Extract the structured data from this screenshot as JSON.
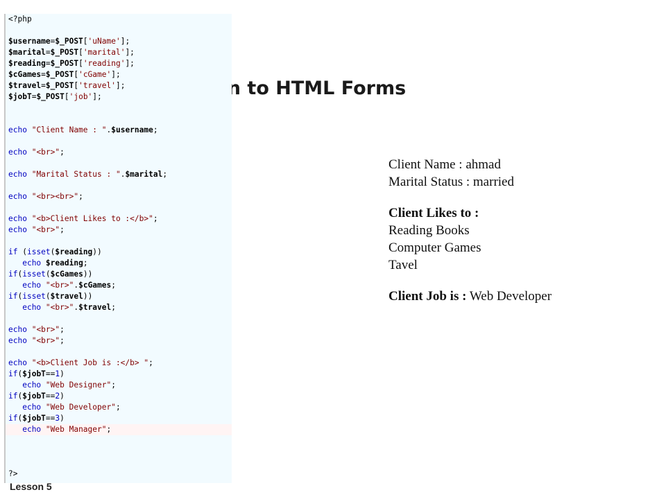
{
  "slide": {
    "title": "ion to HTML Forms",
    "footer": "Lesson 5"
  },
  "editor": {
    "lines": [
      [
        {
          "t": "<?php",
          "c": "tag"
        }
      ],
      [],
      [
        {
          "t": "$username",
          "c": "var"
        },
        {
          "t": "="
        },
        {
          "t": "$_POST",
          "c": "var"
        },
        {
          "t": "["
        },
        {
          "t": "'uName'",
          "c": "str"
        },
        {
          "t": "];"
        }
      ],
      [
        {
          "t": "$marital",
          "c": "var"
        },
        {
          "t": "="
        },
        {
          "t": "$_POST",
          "c": "var"
        },
        {
          "t": "["
        },
        {
          "t": "'marital'",
          "c": "str"
        },
        {
          "t": "];"
        }
      ],
      [
        {
          "t": "$reading",
          "c": "var"
        },
        {
          "t": "="
        },
        {
          "t": "$_POST",
          "c": "var"
        },
        {
          "t": "["
        },
        {
          "t": "'reading'",
          "c": "str"
        },
        {
          "t": "];"
        }
      ],
      [
        {
          "t": "$cGames",
          "c": "var"
        },
        {
          "t": "="
        },
        {
          "t": "$_POST",
          "c": "var"
        },
        {
          "t": "["
        },
        {
          "t": "'cGame'",
          "c": "str"
        },
        {
          "t": "];"
        }
      ],
      [
        {
          "t": "$travel",
          "c": "var"
        },
        {
          "t": "="
        },
        {
          "t": "$_POST",
          "c": "var"
        },
        {
          "t": "["
        },
        {
          "t": "'travel'",
          "c": "str"
        },
        {
          "t": "];"
        }
      ],
      [
        {
          "t": "$jobT",
          "c": "var"
        },
        {
          "t": "="
        },
        {
          "t": "$_POST",
          "c": "var"
        },
        {
          "t": "["
        },
        {
          "t": "'job'",
          "c": "str"
        },
        {
          "t": "];"
        }
      ],
      [],
      [],
      [
        {
          "t": "echo",
          "c": "kw"
        },
        {
          "t": " "
        },
        {
          "t": "\"Client Name : \"",
          "c": "str"
        },
        {
          "t": "."
        },
        {
          "t": "$username",
          "c": "var"
        },
        {
          "t": ";"
        }
      ],
      [],
      [
        {
          "t": "echo",
          "c": "kw"
        },
        {
          "t": " "
        },
        {
          "t": "\"<br>\"",
          "c": "str"
        },
        {
          "t": ";"
        }
      ],
      [],
      [
        {
          "t": "echo",
          "c": "kw"
        },
        {
          "t": " "
        },
        {
          "t": "\"Marital Status : \"",
          "c": "str"
        },
        {
          "t": "."
        },
        {
          "t": "$marital",
          "c": "var"
        },
        {
          "t": ";"
        }
      ],
      [],
      [
        {
          "t": "echo",
          "c": "kw"
        },
        {
          "t": " "
        },
        {
          "t": "\"<br><br>\"",
          "c": "str"
        },
        {
          "t": ";"
        }
      ],
      [],
      [
        {
          "t": "echo",
          "c": "kw"
        },
        {
          "t": " "
        },
        {
          "t": "\"<b>Client Likes to :</b>\"",
          "c": "str"
        },
        {
          "t": ";"
        }
      ],
      [
        {
          "t": "echo",
          "c": "kw"
        },
        {
          "t": " "
        },
        {
          "t": "\"<br>\"",
          "c": "str"
        },
        {
          "t": ";"
        }
      ],
      [],
      [
        {
          "t": "if",
          "c": "kw"
        },
        {
          "t": " ("
        },
        {
          "t": "isset",
          "c": "kw"
        },
        {
          "t": "("
        },
        {
          "t": "$reading",
          "c": "var"
        },
        {
          "t": "))"
        }
      ],
      [
        {
          "t": "   "
        },
        {
          "t": "echo",
          "c": "kw"
        },
        {
          "t": " "
        },
        {
          "t": "$reading",
          "c": "var"
        },
        {
          "t": ";"
        }
      ],
      [
        {
          "t": "if",
          "c": "kw"
        },
        {
          "t": "("
        },
        {
          "t": "isset",
          "c": "kw"
        },
        {
          "t": "("
        },
        {
          "t": "$cGames",
          "c": "var"
        },
        {
          "t": "))"
        }
      ],
      [
        {
          "t": "   "
        },
        {
          "t": "echo",
          "c": "kw"
        },
        {
          "t": " "
        },
        {
          "t": "\"<br>\"",
          "c": "str"
        },
        {
          "t": "."
        },
        {
          "t": "$cGames",
          "c": "var"
        },
        {
          "t": ";"
        }
      ],
      [
        {
          "t": "if",
          "c": "kw"
        },
        {
          "t": "("
        },
        {
          "t": "isset",
          "c": "kw"
        },
        {
          "t": "("
        },
        {
          "t": "$travel",
          "c": "var"
        },
        {
          "t": "))"
        }
      ],
      [
        {
          "t": "   "
        },
        {
          "t": "echo",
          "c": "kw"
        },
        {
          "t": " "
        },
        {
          "t": "\"<br>\"",
          "c": "str"
        },
        {
          "t": "."
        },
        {
          "t": "$travel",
          "c": "var"
        },
        {
          "t": ";"
        }
      ],
      [],
      [
        {
          "t": "echo",
          "c": "kw"
        },
        {
          "t": " "
        },
        {
          "t": "\"<br>\"",
          "c": "str"
        },
        {
          "t": ";"
        }
      ],
      [
        {
          "t": "echo",
          "c": "kw"
        },
        {
          "t": " "
        },
        {
          "t": "\"<br>\"",
          "c": "str"
        },
        {
          "t": ";"
        }
      ],
      [],
      [
        {
          "t": "echo",
          "c": "kw"
        },
        {
          "t": " "
        },
        {
          "t": "\"<b>Client Job is :</b> \"",
          "c": "str"
        },
        {
          "t": ";"
        }
      ],
      [
        {
          "t": "if",
          "c": "kw"
        },
        {
          "t": "("
        },
        {
          "t": "$jobT",
          "c": "var"
        },
        {
          "t": "=="
        },
        {
          "t": "1",
          "c": "num"
        },
        {
          "t": ")"
        }
      ],
      [
        {
          "t": "   "
        },
        {
          "t": "echo",
          "c": "kw"
        },
        {
          "t": " "
        },
        {
          "t": "\"Web Designer\"",
          "c": "str"
        },
        {
          "t": ";"
        }
      ],
      [
        {
          "t": "if",
          "c": "kw"
        },
        {
          "t": "("
        },
        {
          "t": "$jobT",
          "c": "var"
        },
        {
          "t": "=="
        },
        {
          "t": "2",
          "c": "num"
        },
        {
          "t": ")"
        }
      ],
      [
        {
          "t": "   "
        },
        {
          "t": "echo",
          "c": "kw"
        },
        {
          "t": " "
        },
        {
          "t": "\"Web Developer\"",
          "c": "str"
        },
        {
          "t": ";"
        }
      ],
      [
        {
          "t": "if",
          "c": "kw"
        },
        {
          "t": "("
        },
        {
          "t": "$jobT",
          "c": "var"
        },
        {
          "t": "=="
        },
        {
          "t": "3",
          "c": "num"
        },
        {
          "t": ")"
        }
      ],
      [
        {
          "t": "   "
        },
        {
          "t": "echo",
          "c": "kw"
        },
        {
          "t": " "
        },
        {
          "t": "\"Web Manager\"",
          "c": "str"
        },
        {
          "t": ";"
        }
      ],
      [],
      [],
      [],
      [
        {
          "t": "?>",
          "c": "tag"
        }
      ]
    ],
    "current_line": 37
  },
  "output": {
    "client_name": "Client Name : ahmad",
    "marital_status": "Marital Status : married",
    "likes_heading": "Client Likes to :",
    "likes": [
      "Reading Books",
      "Computer Games",
      "Tavel"
    ],
    "job_label": "Client Job is :",
    "job_value": " Web Developer"
  }
}
